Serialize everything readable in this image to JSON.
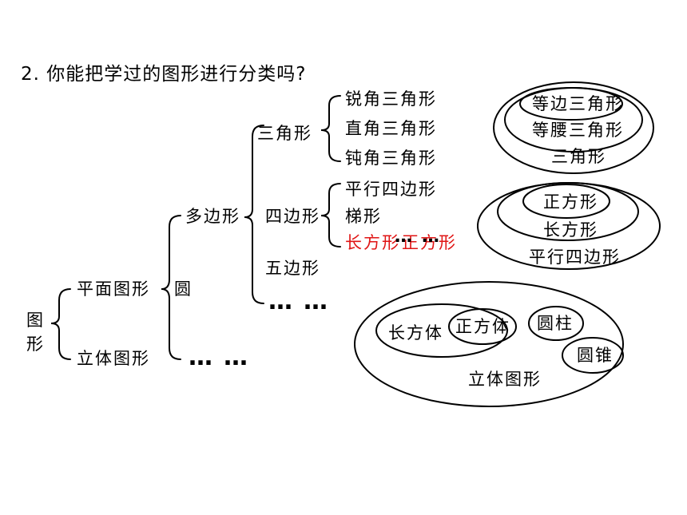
{
  "question": "2. 你能把学过的图形进行分类吗?",
  "tree": {
    "root": "图形",
    "plane": "平面图形",
    "solid": "立体图形",
    "polygon": "多边形",
    "circle": "圆",
    "triangle": "三角形",
    "quadrilateral": "四边形",
    "pentagon": "五边形",
    "triangle_types": [
      "锐角三角形",
      "直角三角形",
      "钝角三角形"
    ],
    "quad_types": [
      "平行四边形",
      "梯形"
    ],
    "quad_red_overlay": [
      "长方形",
      "正方形"
    ],
    "ellipsis": "……"
  },
  "venn_triangles": [
    "等边三角形",
    "等腰三角形",
    "三角形"
  ],
  "venn_quads": [
    "正方形",
    "长方形",
    "平行四边形"
  ],
  "venn_solids": {
    "cuboid": "长方体",
    "cube": "正方体",
    "cylinder": "圆柱",
    "cone": "圆锥",
    "solid": "立体图形"
  },
  "colors": {
    "line": "#000000",
    "highlight": "#e01414"
  }
}
